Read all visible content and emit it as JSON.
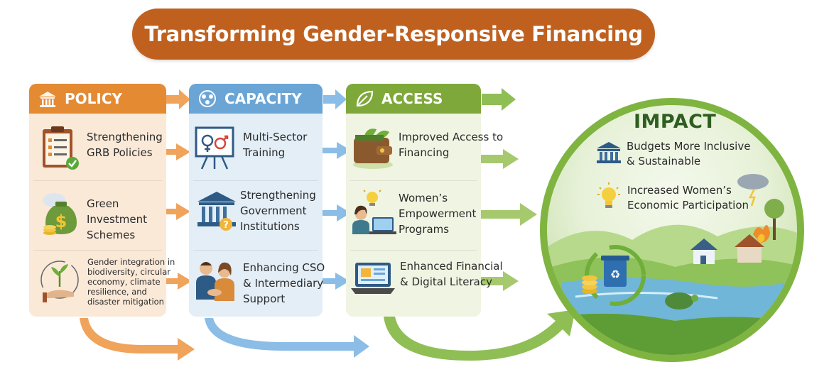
{
  "title": "Transforming Gender-Responsive Financing",
  "columns": {
    "policy": {
      "label": "POLICY",
      "items": [
        {
          "text": "Strengthening GRB Policies"
        },
        {
          "text": "Green Investment Schemes"
        },
        {
          "text": "Gender integration in biodiversity, circular economy, climate resilience, and disaster mitigation"
        }
      ]
    },
    "capacity": {
      "label": "CAPACITY",
      "items": [
        {
          "text": "Multi-Sector Training"
        },
        {
          "text": "Strengthening Government Institutions"
        },
        {
          "text": "Enhancing CSO & Intermediary Support"
        }
      ]
    },
    "access": {
      "label": "ACCESS",
      "items": [
        {
          "text": "Improved Access to Financing"
        },
        {
          "text": "Women’s Empowerment Programs"
        },
        {
          "text": "Enhanced Financial & Digital Literacy"
        }
      ]
    }
  },
  "impact": {
    "label": "IMPACT",
    "items": [
      {
        "text": "Budgets More Inclusive & Sustainable"
      },
      {
        "text": "Increased Women’s Economic Participation"
      }
    ]
  },
  "colors": {
    "banner": "#c0601f",
    "policy": "#e48a33",
    "capacity": "#6aa5d6",
    "access": "#7ea83a",
    "impact": "#7fb441"
  }
}
